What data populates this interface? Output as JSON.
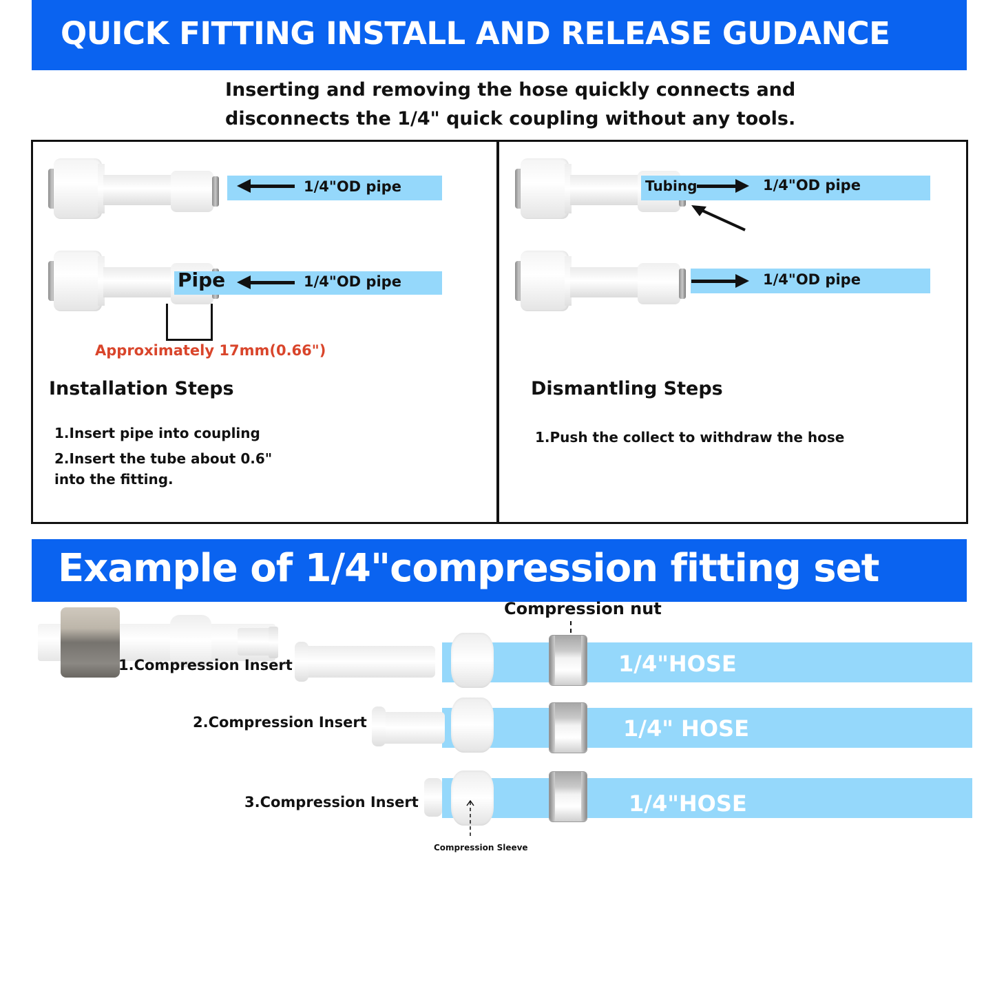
{
  "header": {
    "title": "QUICK FITTING INSTALL AND RELEASE GUDANCE",
    "subtitle_lines": [
      "Inserting and removing the hose quickly connects and",
      "disconnects the 1/4\" quick coupling without any tools."
    ]
  },
  "installation_panel": {
    "diagram": {
      "row1_pipe_label": "1/4\"OD pipe",
      "row2_pipe_label": "1/4\"OD pipe",
      "row2_pipe_tag": "Pipe",
      "dimension_note": "Approximately 17mm(0.66\")"
    },
    "title": "Installation Steps",
    "steps": [
      "1.Insert pipe into coupling",
      "2.Insert the tube about 0.6\"",
      " into the fitting."
    ]
  },
  "dismantling_panel": {
    "diagram": {
      "row1_tag": "Tubing",
      "row1_pipe_label": "1/4\"OD pipe",
      "row2_pipe_label": "1/4\"OD pipe"
    },
    "title": "Dismantling Steps",
    "steps": [
      "1.Push the collect to withdraw the hose"
    ]
  },
  "compression_section": {
    "title": "Example of 1/4\"compression fitting set",
    "nut_callout": "Compression nut",
    "sleeve_callout": "Compression Sleeve",
    "rows": [
      {
        "insert_label": "1.Compression Insert",
        "hose_label": "1/4\"HOSE"
      },
      {
        "insert_label": "2.Compression Insert",
        "hose_label": "1/4\" HOSE"
      },
      {
        "insert_label": "3.Compression Insert",
        "hose_label": "1/4\"HOSE"
      }
    ]
  },
  "colors": {
    "banner_blue": "#0a63f0",
    "hose_blue": "#95d8fb",
    "note_red": "#d9452b"
  }
}
